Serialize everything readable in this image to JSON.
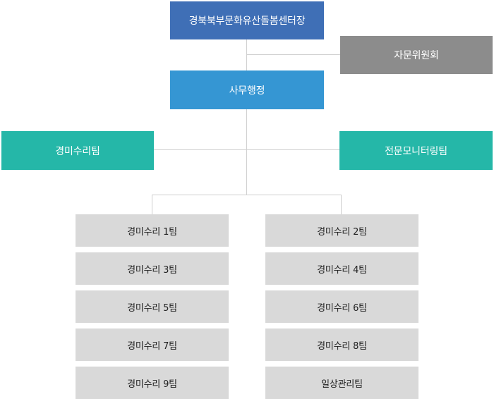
{
  "chart": {
    "root": "경북북부문화유산돌봄센터장",
    "advisory": "자문위원회",
    "admin": "사무행정",
    "left_team": "경미수리팀",
    "right_team": "전문모니터링팀",
    "left_column": [
      "경미수리 1팀",
      "경미수리 3팀",
      "경미수리 5팀",
      "경미수리 7팀",
      "경미수리 9팀"
    ],
    "right_column": [
      "경미수리 2팀",
      "경미수리 4팀",
      "경미수리 6팀",
      "경미수리 8팀",
      "일상관리팀"
    ]
  },
  "colors": {
    "root": "#3f6fb6",
    "admin": "#3596d3",
    "advisory": "#8c8c8c",
    "teams": "#25b7a8",
    "subteams": "#d9d9d9",
    "connector": "#cfcfcf"
  }
}
